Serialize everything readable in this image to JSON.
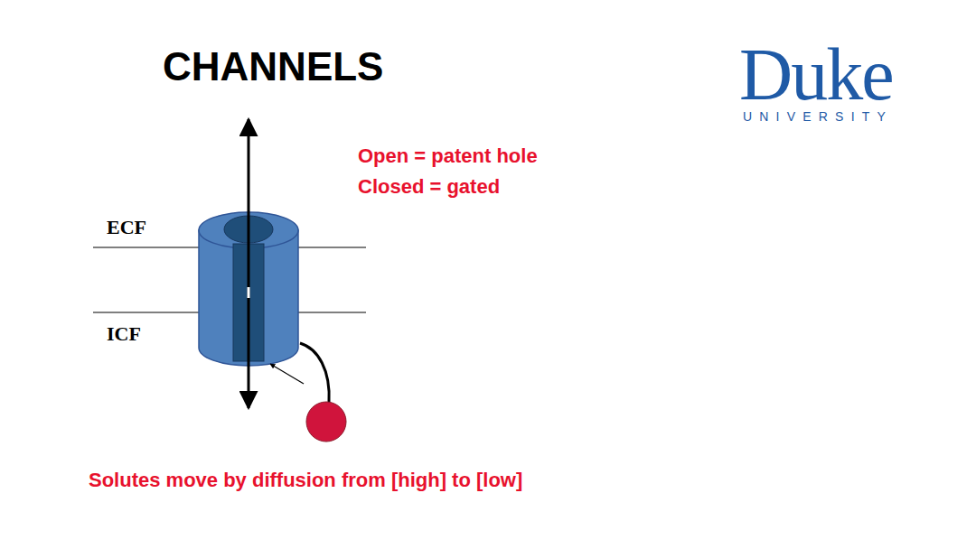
{
  "diagram": {
    "title": "CHANNELS",
    "labels": [
      "Duke",
      "UNIVERSITY",
      "Open = patent hole",
      "Closed = gated",
      "ECF",
      "ICF",
      "Solutes move by diffusion from [high] to [low]"
    ]
  }
}
